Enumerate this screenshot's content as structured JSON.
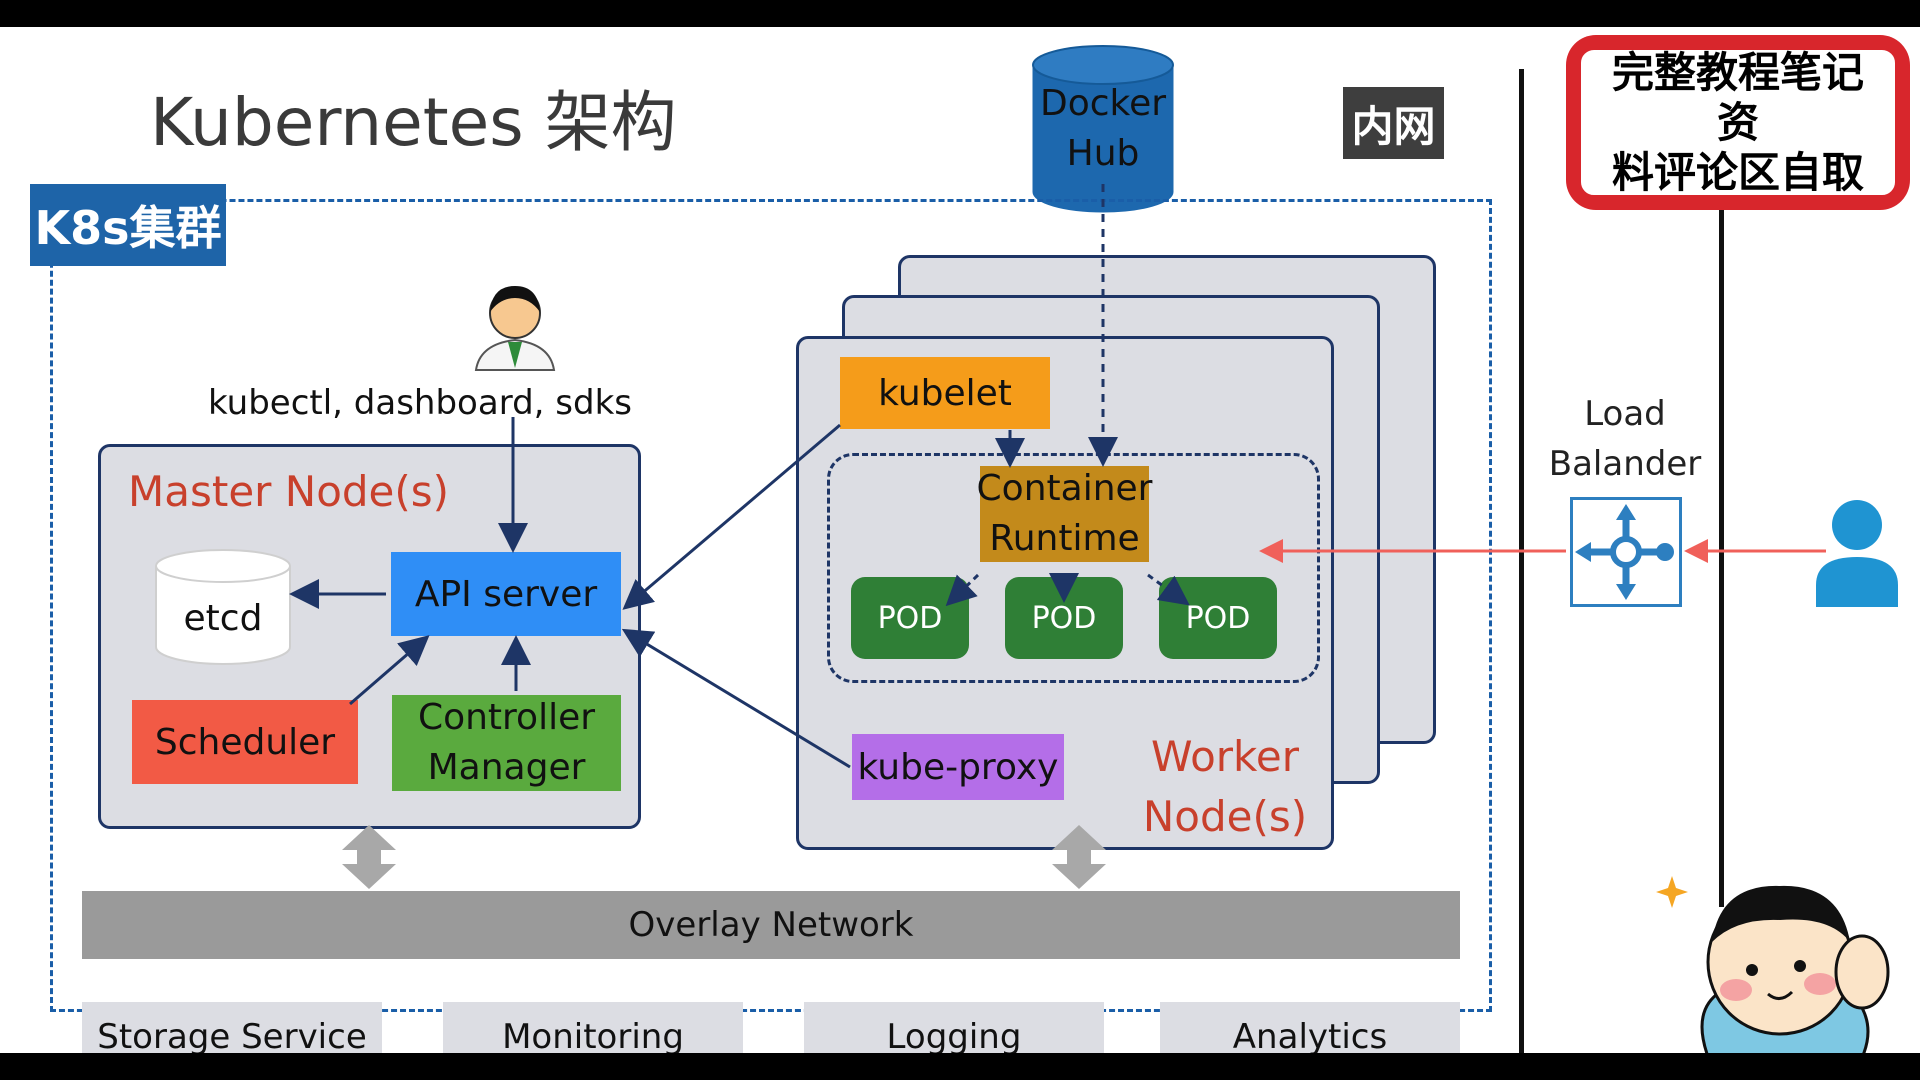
{
  "title": "Kubernetes 架构",
  "intranet_label": "内网",
  "docker_hub": {
    "line1": "Docker",
    "line2": "Hub"
  },
  "cluster_label": "K8s集群",
  "clients_label": "kubectl, dashboard, sdks",
  "master": {
    "label": "Master Node(s)",
    "etcd": "etcd",
    "api_server": "API server",
    "scheduler": "Scheduler",
    "controller_manager": {
      "line1": "Controller",
      "line2": "Manager"
    }
  },
  "worker": {
    "label": {
      "line1": "Worker",
      "line2": "Node(s)"
    },
    "kubelet": "kubelet",
    "container_runtime": {
      "line1": "Container",
      "line2": "Runtime"
    },
    "pods": [
      "POD",
      "POD",
      "POD"
    ],
    "kube_proxy": "kube-proxy"
  },
  "overlay_network": "Overlay Network",
  "services": [
    "Storage Service",
    "Monitoring",
    "Logging",
    "Analytics"
  ],
  "load_balancer": {
    "line1": "Load",
    "line2": "Balander"
  },
  "stamp": {
    "line1": "完整教程笔记资",
    "line2": "料评论区自取"
  },
  "colors": {
    "cluster_border": "#1a5ea8",
    "api_server": "#2f8ef6",
    "scheduler": "#f25a45",
    "controller_manager": "#5aaa3e",
    "kubelet": "#f59c1a",
    "container_runtime": "#c38a1b",
    "pod": "#2f7f36",
    "kube_proxy": "#b46ee8",
    "external_arrow": "#f0605a",
    "stamp": "#d8262c"
  }
}
